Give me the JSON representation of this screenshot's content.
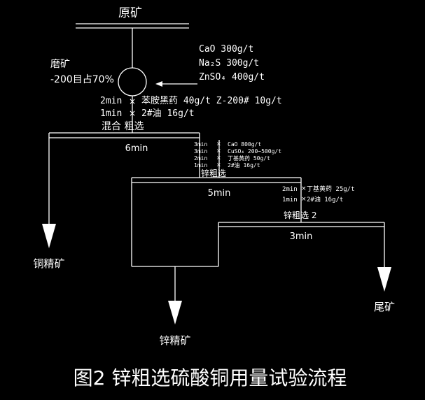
{
  "ore": "原矿",
  "grinding": {
    "label": "磨矿",
    "fineness": "-200目占70%",
    "reagents": [
      "CaO  300g/t",
      "Na₂S  300g/t",
      "ZnSO₄ 400g/t"
    ]
  },
  "bulk_rougher": {
    "reagent_lines": [
      {
        "time": "2min",
        "text": "苯胺黑药 40g/t   Z-200# 10g/t"
      },
      {
        "time": "1min",
        "text": "2#油    16g/t"
      }
    ],
    "label": "混合  粗选",
    "time": "6min"
  },
  "zinc_rougher_1": {
    "reagent_lines": [
      {
        "time": "3min",
        "text": "CaO   800g/t"
      },
      {
        "time": "3min",
        "text": "CuSO₄ 200~500g/t"
      },
      {
        "time": "2min",
        "text": "丁基黄药   50g/t"
      },
      {
        "time": "1min",
        "text": "2#油     16g/t"
      }
    ],
    "label": "锌粗选",
    "time": "5min"
  },
  "zinc_rougher_2": {
    "reagent_lines": [
      {
        "time": "2min",
        "text": "丁基黄药 25g/t"
      },
      {
        "time": "1min",
        "text": "2#油     16g/t"
      }
    ],
    "label": "锌粗选 2",
    "time": "3min"
  },
  "products": {
    "copper_concentrate": "铜精矿",
    "zinc_concentrate": "锌精矿",
    "tailings": "尾矿"
  },
  "caption": "图2   锌粗选硫酸铜用量试验流程"
}
